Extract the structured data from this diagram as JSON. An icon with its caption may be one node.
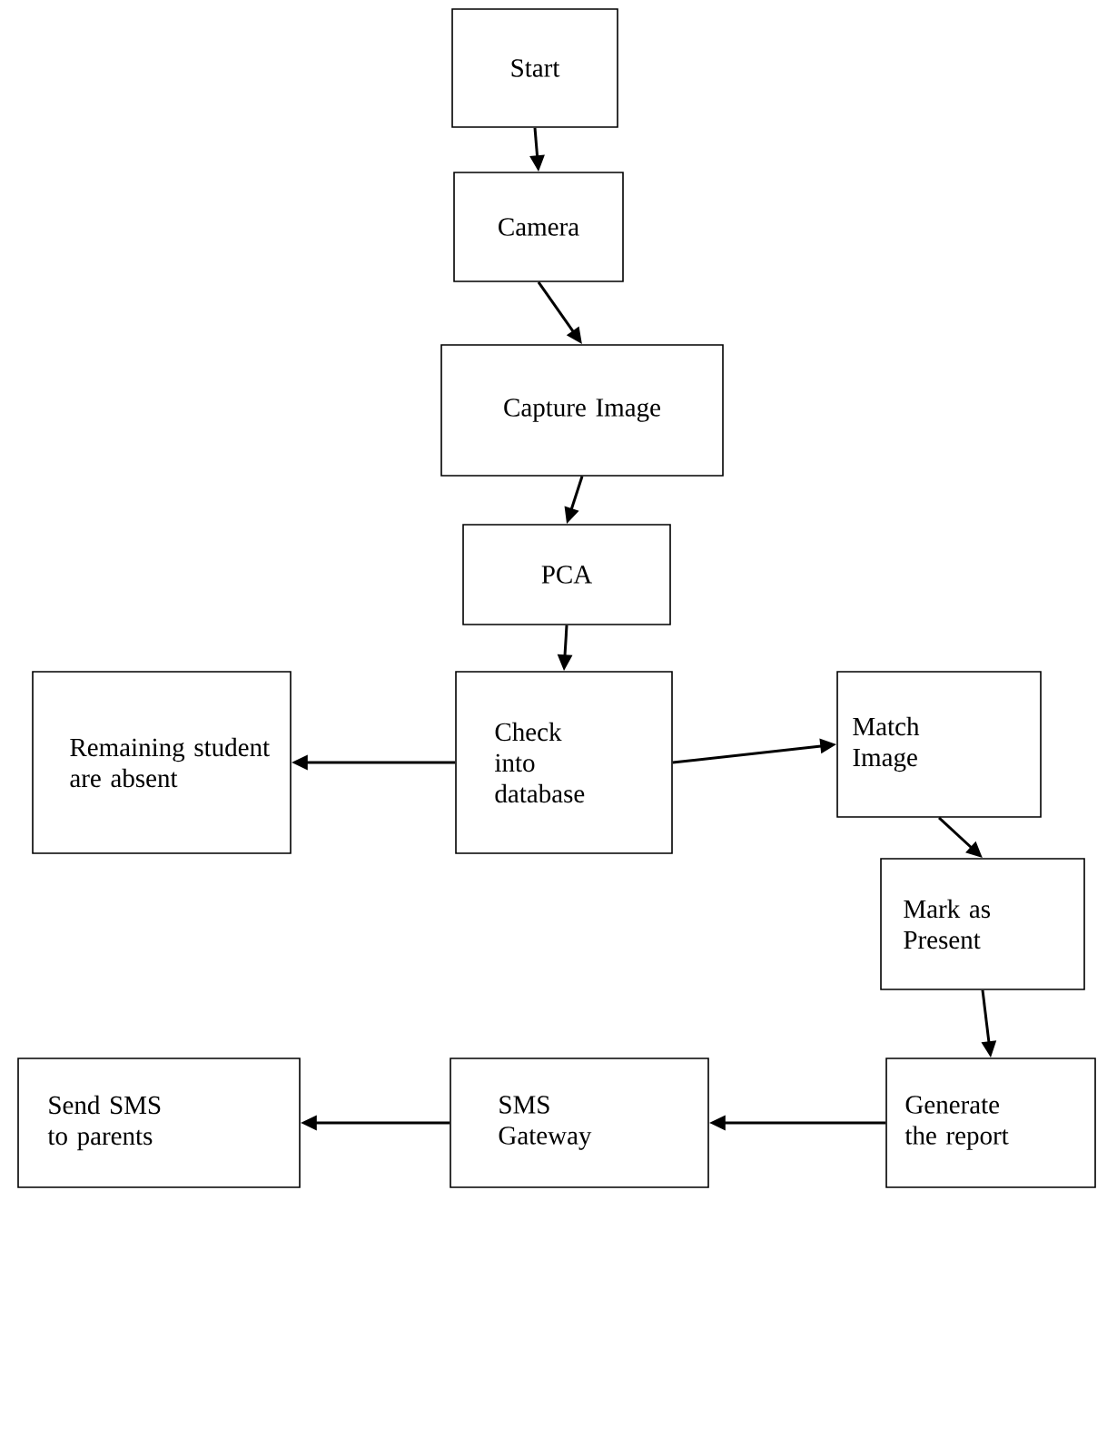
{
  "diagram": {
    "nodes": [
      {
        "text": [
          "Start"
        ]
      },
      {
        "text": [
          "Camera"
        ]
      },
      {
        "text": [
          "Capture Image"
        ]
      },
      {
        "text": [
          "PCA"
        ]
      },
      {
        "text": [
          "Remaining student are absent"
        ]
      },
      {
        "text": [
          "Check into database"
        ]
      },
      {
        "text": [
          "Match Image"
        ]
      },
      {
        "text": [
          "Mark as Present"
        ]
      },
      {
        "text": [
          "Generate the report"
        ]
      },
      {
        "text": [
          "SMS Gateway"
        ]
      },
      {
        "text": [
          "Send SMS to parents"
        ]
      }
    ],
    "edges": [
      {
        "from": 0,
        "to": 1,
        "arrow": "to"
      },
      {
        "from": 1,
        "to": 2,
        "arrow": "to"
      },
      {
        "from": 2,
        "to": 3,
        "arrow": "to"
      },
      {
        "from": 3,
        "to": 5,
        "arrow": "to"
      },
      {
        "from": 5,
        "to": 4,
        "arrow": "to"
      },
      {
        "from": 5,
        "to": 6,
        "arrow": "to"
      },
      {
        "from": 6,
        "to": 7,
        "arrow": "to"
      },
      {
        "from": 7,
        "to": 8,
        "arrow": "to"
      },
      {
        "from": 8,
        "to": 9,
        "arrow": "to"
      },
      {
        "from": 9,
        "to": 10,
        "arrow": "to"
      }
    ]
  }
}
